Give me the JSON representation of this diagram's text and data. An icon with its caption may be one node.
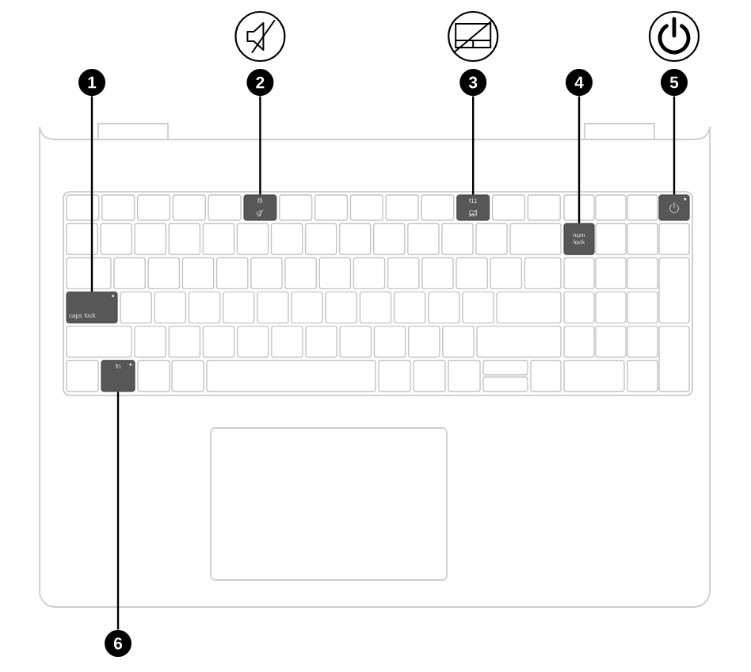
{
  "diagram": {
    "nodes": [
      {
        "text": [
          "1"
        ]
      },
      {
        "text": [
          "2"
        ]
      },
      {
        "text": [
          "3"
        ]
      },
      {
        "text": [
          "4"
        ]
      },
      {
        "text": [
          "5"
        ]
      },
      {
        "text": [
          "f5"
        ]
      },
      {
        "text": [
          "f11"
        ]
      },
      {
        "text": [],
        "shape": "box"
      },
      {
        "text": [
          "num lock"
        ]
      },
      {
        "text": [
          "caps lock"
        ]
      },
      {
        "text": [
          "fn"
        ]
      },
      {
        "text": [
          "6"
        ]
      }
    ],
    "edges": [
      {
        "from": 0,
        "to": 9,
        "arrow": "none"
      },
      {
        "from": 1,
        "to": 5,
        "arrow": "none"
      },
      {
        "from": 2,
        "to": 6,
        "arrow": "none"
      },
      {
        "from": 3,
        "to": 8,
        "arrow": "none"
      },
      {
        "from": 4,
        "to": 7,
        "arrow": "none"
      },
      {
        "from": 11,
        "to": 10,
        "arrow": "none"
      }
    ]
  }
}
